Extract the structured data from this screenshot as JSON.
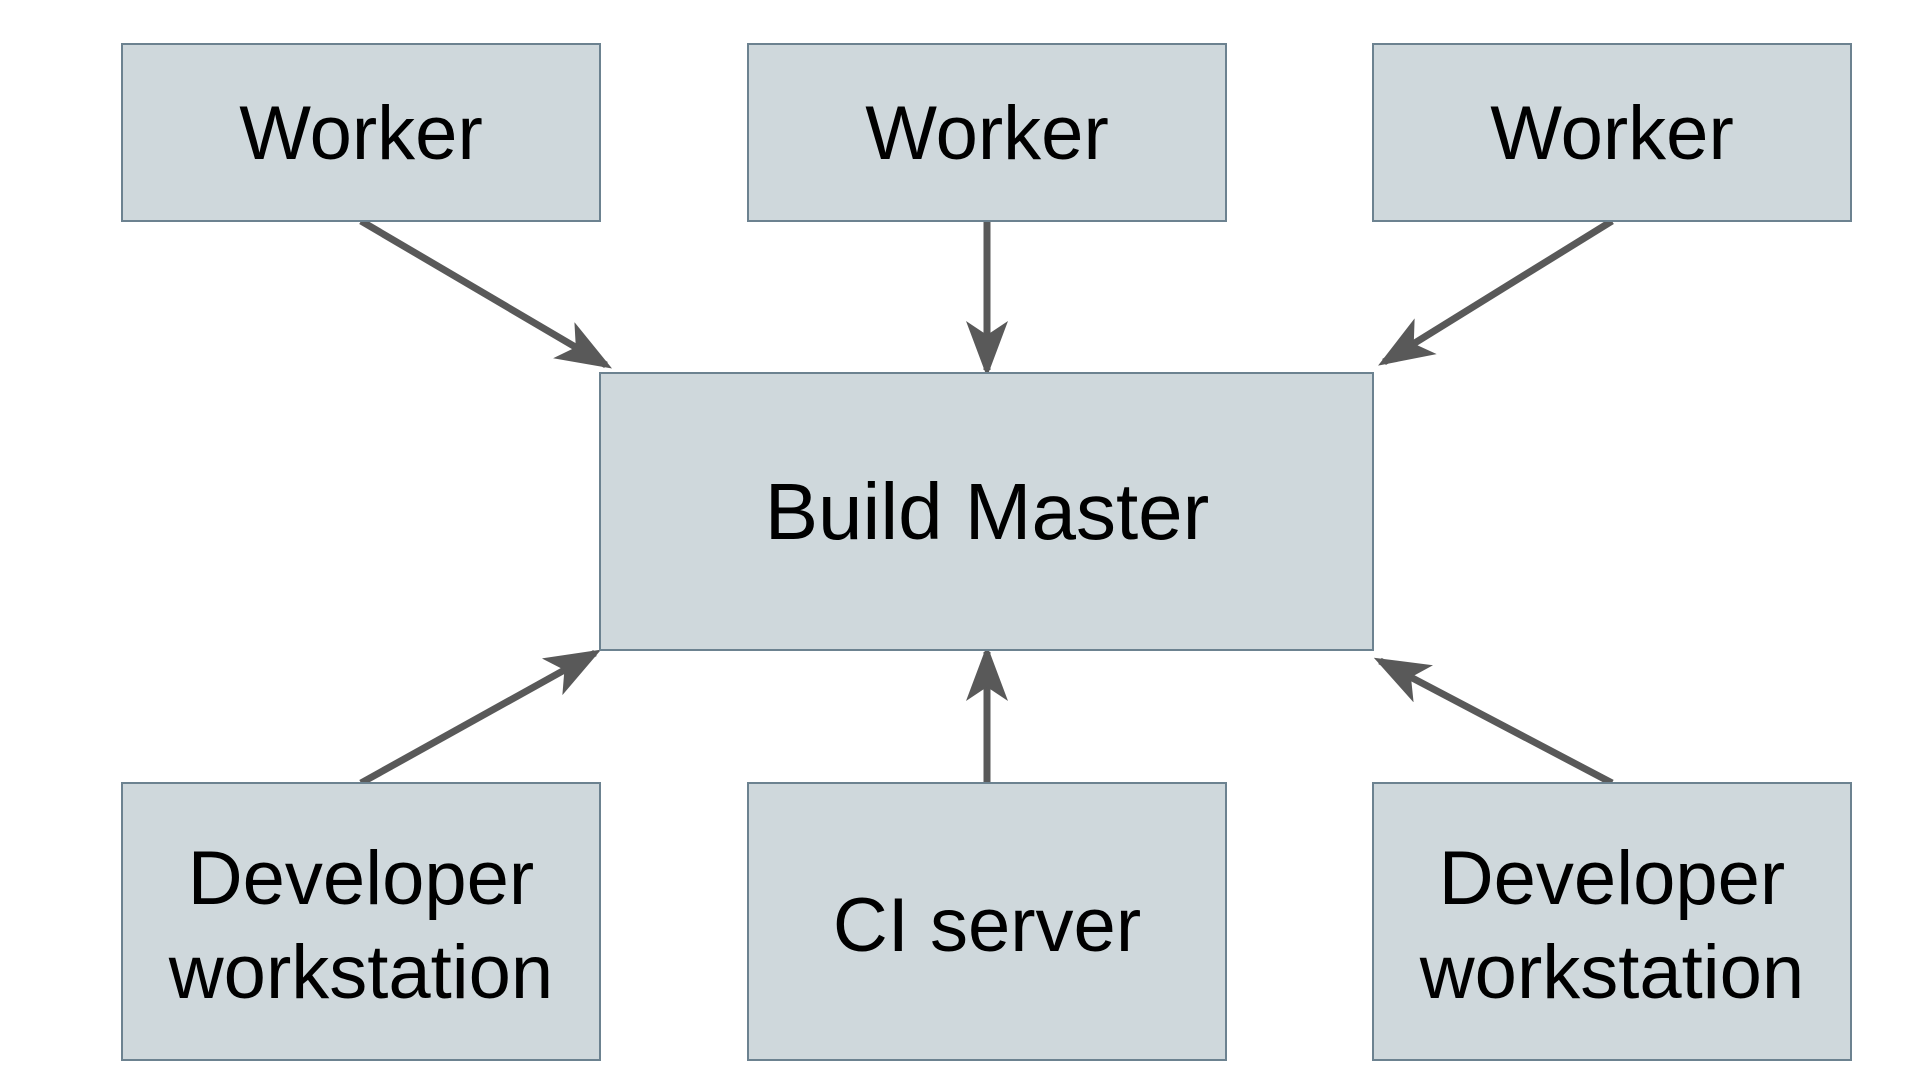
{
  "diagram": {
    "colors": {
      "node_fill": "#cfd8dc",
      "node_border": "#6c8290",
      "arrow": "#595959",
      "text": "#000000",
      "background": "#ffffff"
    },
    "nodes": {
      "worker_1": {
        "lines": [
          "Worker"
        ]
      },
      "worker_2": {
        "lines": [
          "Worker"
        ]
      },
      "worker_3": {
        "lines": [
          "Worker"
        ]
      },
      "build_master": {
        "lines": [
          "Build Master"
        ]
      },
      "dev_workstation_1": {
        "lines": [
          "Developer",
          "workstation"
        ]
      },
      "ci_server": {
        "lines": [
          "CI server"
        ]
      },
      "dev_workstation_2": {
        "lines": [
          "Developer",
          "workstation"
        ]
      }
    },
    "edges": [
      {
        "from": "worker_1",
        "to": "build_master"
      },
      {
        "from": "worker_2",
        "to": "build_master"
      },
      {
        "from": "worker_3",
        "to": "build_master"
      },
      {
        "from": "dev_workstation_1",
        "to": "build_master"
      },
      {
        "from": "ci_server",
        "to": "build_master"
      },
      {
        "from": "dev_workstation_2",
        "to": "build_master"
      }
    ]
  }
}
